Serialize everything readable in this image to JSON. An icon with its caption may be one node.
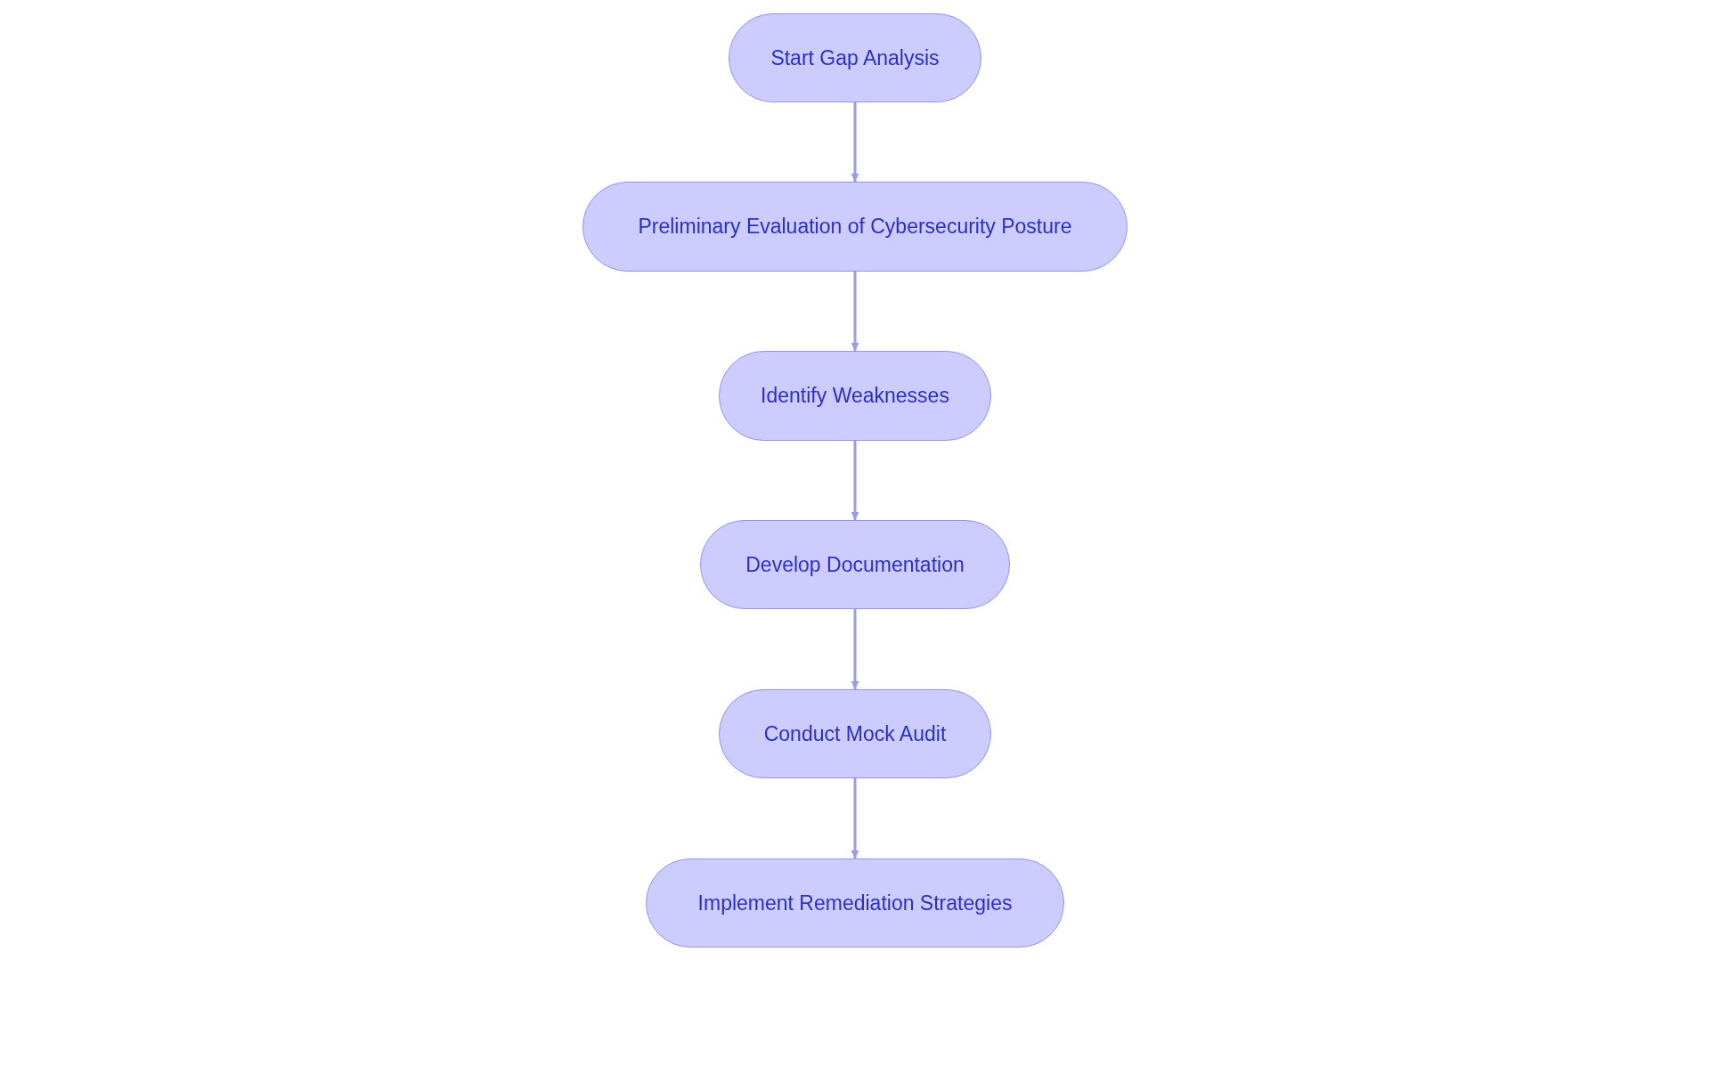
{
  "diagram": {
    "nodes": [
      {
        "text": [
          "Start Gap Analysis"
        ]
      },
      {
        "text": [
          "Preliminary Evaluation of Cybersecurity Posture"
        ]
      },
      {
        "text": [
          "Identify Weaknesses"
        ]
      },
      {
        "text": [
          "Develop Documentation"
        ]
      },
      {
        "text": [
          "Conduct Mock Audit"
        ]
      },
      {
        "text": [
          "Implement Remediation Strategies"
        ]
      }
    ],
    "edges": [
      {
        "from": 0,
        "to": 1,
        "arrow": "to"
      },
      {
        "from": 1,
        "to": 2,
        "arrow": "to"
      },
      {
        "from": 2,
        "to": 3,
        "arrow": "to"
      },
      {
        "from": 3,
        "to": 4,
        "arrow": "to"
      },
      {
        "from": 4,
        "to": 5,
        "arrow": "to"
      }
    ]
  }
}
